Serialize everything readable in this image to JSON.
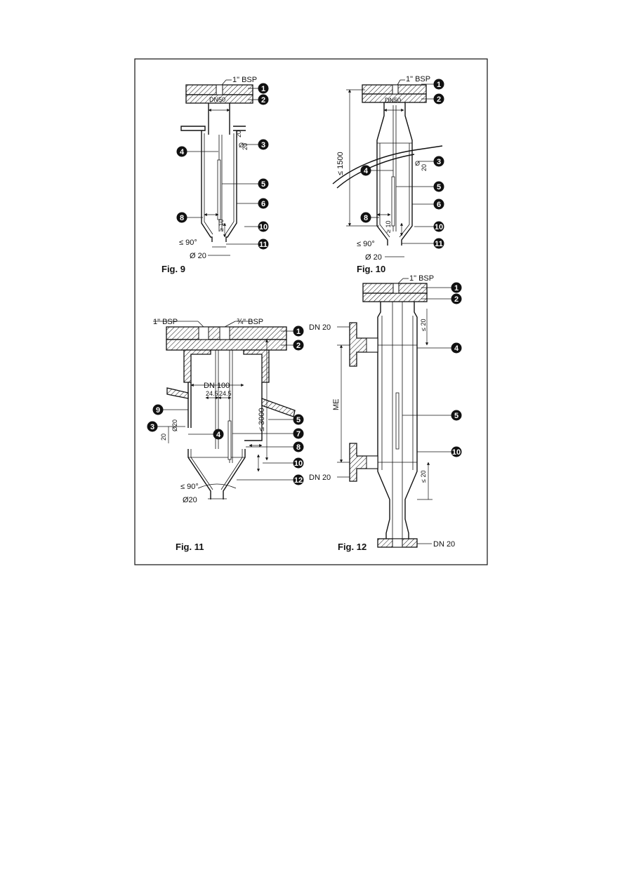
{
  "figures": [
    {
      "id": "fig9",
      "caption": "Fig. 9",
      "labels": {
        "thread": "1\" BSP",
        "nozzle": "DN50",
        "gap": "20",
        "gap2": "20",
        "dia": "Ø",
        "min_dist": "≥ 10",
        "angle": "≤ 90°",
        "drain": "Ø 20"
      },
      "markers": [
        "1",
        "2",
        "3",
        "4",
        "5",
        "6",
        "8",
        "10",
        "11"
      ]
    },
    {
      "id": "fig10",
      "caption": "Fig. 10",
      "labels": {
        "thread": "1\" BSP",
        "nozzle": "DN50",
        "height": "≤ 1500",
        "gap": "20",
        "dia": "Ø",
        "min_dist": "≥ 10",
        "angle": "≤ 90°",
        "drain": "Ø 20"
      },
      "markers": [
        "1",
        "2",
        "3",
        "4",
        "5",
        "6",
        "8",
        "10",
        "11"
      ]
    },
    {
      "id": "fig11",
      "caption": "Fig. 11",
      "labels": {
        "thread_left": "1\" BSP",
        "thread_right": "¾\" BSP",
        "nozzle": "DN 100",
        "offset_left": "24.5",
        "offset_right": "24.5",
        "height": "≤ 3000",
        "dia": "Ø20",
        "gap": "20",
        "angle": "≤ 90°",
        "drain": "Ø20"
      },
      "markers": [
        "1",
        "2",
        "3",
        "4",
        "5",
        "7",
        "8",
        "9",
        "10",
        "12"
      ]
    },
    {
      "id": "fig12",
      "caption": "Fig. 12",
      "labels": {
        "thread": "1\" BSP",
        "side_top": "DN 20",
        "side_bottom": "DN 20",
        "range": "ME",
        "top_gap": "≤ 20",
        "bottom_gap": "≤ 20",
        "bottom_flange": "DN 20"
      },
      "markers": [
        "1",
        "2",
        "4",
        "5",
        "10"
      ]
    }
  ]
}
